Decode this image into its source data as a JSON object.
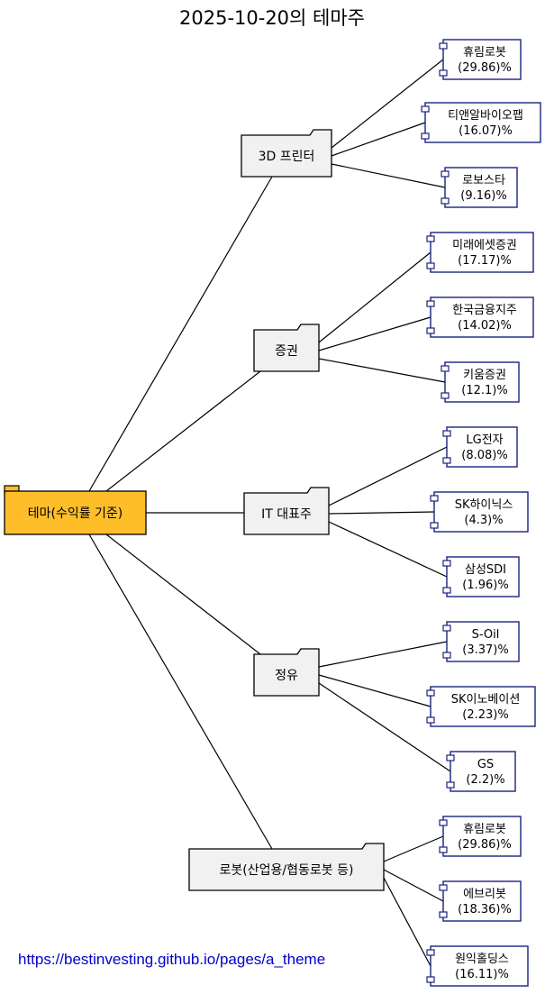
{
  "title": "2025-10-20의 테마주",
  "colors": {
    "root_fill": "#FDBE2A",
    "folder_fill": "#F1F1F1",
    "stock_border": "#1A237E",
    "link": "#0000CC"
  },
  "root": {
    "label": "테마(수익률 기준)"
  },
  "themes": [
    {
      "label": "3D 프린터",
      "stocks": [
        {
          "name": "휴림로봇",
          "return": "(29.86)%"
        },
        {
          "name": "티앤알바이오팹",
          "return": "(16.07)%"
        },
        {
          "name": "로보스타",
          "return": "(9.16)%"
        }
      ]
    },
    {
      "label": "증권",
      "stocks": [
        {
          "name": "미래에셋증권",
          "return": "(17.17)%"
        },
        {
          "name": "한국금융지주",
          "return": "(14.02)%"
        },
        {
          "name": "키움증권",
          "return": "(12.1)%"
        }
      ]
    },
    {
      "label": "IT 대표주",
      "stocks": [
        {
          "name": "LG전자",
          "return": "(8.08)%"
        },
        {
          "name": "SK하이닉스",
          "return": "(4.3)%"
        },
        {
          "name": "삼성SDI",
          "return": "(1.96)%"
        }
      ]
    },
    {
      "label": "정유",
      "stocks": [
        {
          "name": "S-Oil",
          "return": "(3.37)%"
        },
        {
          "name": "SK이노베이션",
          "return": "(2.23)%"
        },
        {
          "name": "GS",
          "return": "(2.2)%"
        }
      ]
    },
    {
      "label": "로봇(산업용/협동로봇 등)",
      "stocks": [
        {
          "name": "휴림로봇",
          "return": "(29.86)%"
        },
        {
          "name": "에브리봇",
          "return": "(18.36)%"
        },
        {
          "name": "원익홀딩스",
          "return": "(16.11)%"
        }
      ]
    }
  ],
  "footer": {
    "link": "https://bestinvesting.github.io/pages/a_theme"
  }
}
